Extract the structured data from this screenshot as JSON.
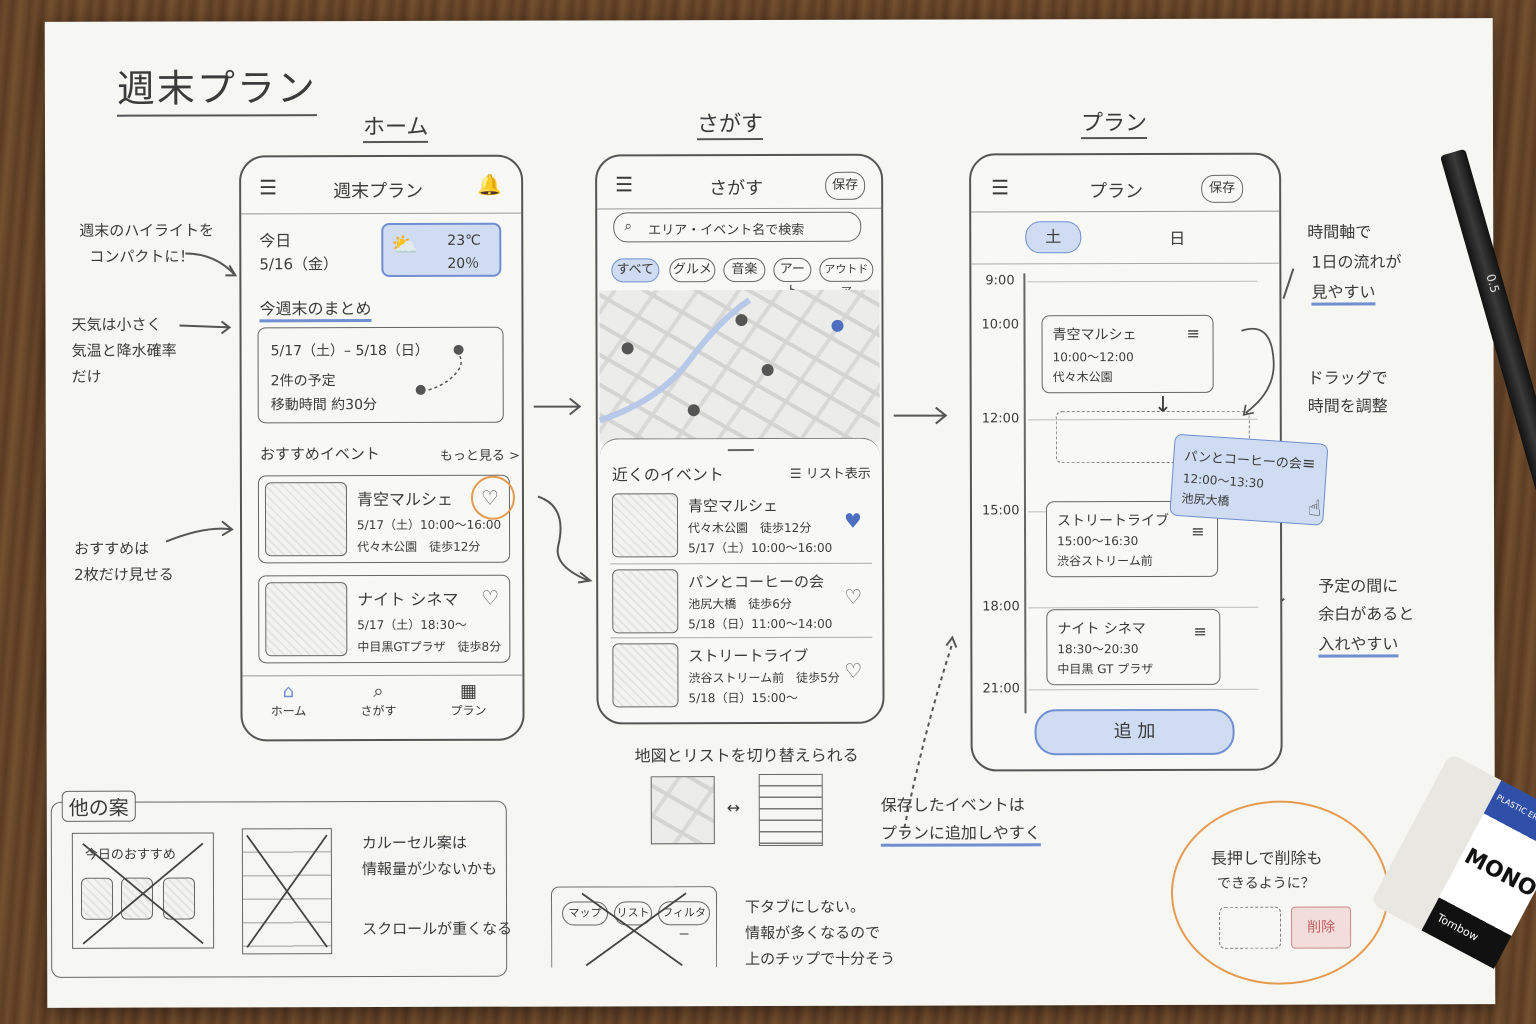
{
  "page_title": "週末プラン",
  "sections": {
    "home": "ホーム",
    "search": "さがす",
    "plan": "プラン"
  },
  "home": {
    "header_title": "週末プラン",
    "today_label": "今日",
    "today_date": "5/16（金）",
    "weather_temp": "23℃",
    "weather_rain": "20％",
    "summary_heading": "今週末のまとめ",
    "summary_dates": "5/17（土）– 5/18（日）",
    "summary_count": "2件の予定",
    "summary_travel": "移動時間 約30分",
    "recommend_heading": "おすすめイベント",
    "more_link": "もっと見る >",
    "events": [
      {
        "name": "青空マルシェ",
        "time": "5/17（土）10:00〜16:00",
        "place": "代々木公園　徒歩12分"
      },
      {
        "name": "ナイト シネマ",
        "time": "5/17（土）18:30〜",
        "place": "中目黒GTプラザ　徒歩8分"
      }
    ],
    "tabs": [
      "ホーム",
      "さがす",
      "プラン"
    ]
  },
  "search": {
    "header_title": "さがす",
    "save_button": "保存",
    "search_placeholder": "エリア・イベント名で検索",
    "chips": [
      "すべて",
      "グルメ",
      "音楽",
      "アート",
      "アウトドア"
    ],
    "nearby_heading": "近くのイベント",
    "list_toggle": "リスト表示",
    "events": [
      {
        "name": "青空マルシェ",
        "place": "代々木公園　徒歩12分",
        "time": "5/17（土）10:00〜16:00"
      },
      {
        "name": "パンとコーヒーの会",
        "place": "池尻大橋　徒歩6分",
        "time": "5/18（日）11:00〜14:00"
      },
      {
        "name": "ストリートライブ",
        "place": "渋谷ストリーム前　徒歩5分",
        "time": "5/18（日）15:00〜"
      }
    ]
  },
  "plan": {
    "header_title": "プラン",
    "save_button": "保存",
    "day_tabs": [
      "土",
      "日"
    ],
    "times": [
      "9:00",
      "10:00",
      "12:00",
      "15:00",
      "18:00",
      "21:00"
    ],
    "events": [
      {
        "name": "青空マルシェ",
        "time": "10:00〜12:00",
        "place": "代々木公園"
      },
      {
        "name": "パンとコーヒーの会",
        "time": "12:00〜13:30",
        "place": "池尻大橋"
      },
      {
        "name": "ストリートライブ",
        "time": "15:00〜16:30",
        "place": "渋谷ストリーム前"
      },
      {
        "name": "ナイト シネマ",
        "time": "18:30〜20:30",
        "place": "中目黒 GT プラザ"
      }
    ],
    "add_button": "追 加"
  },
  "notes": {
    "n1a": "週末のハイライトを",
    "n1b": "コンパクトに！",
    "n2a": "天気は小さく",
    "n2b": "気温と降水確率",
    "n2c": "だけ",
    "n3a": "おすすめは",
    "n3b": "2枚だけ見せる",
    "n4a": "時間軸で",
    "n4b": "1日の流れが",
    "n4c": "見やすい",
    "n5a": "ドラッグで",
    "n5b": "時間を調整",
    "n6a": "予定の間に",
    "n6b": "余白があると",
    "n6c": "入れやすい",
    "n7": "地図とリストを切り替えられる",
    "n8a": "保存したイベントは",
    "n8b": "プランに追加しやすく",
    "n9a": "下タブにしない。",
    "n9b": "情報が多くなるので",
    "n9c": "上のチップで十分そう",
    "n10a": "長押しで削除も",
    "n10b": "できるように？",
    "delete_label": "削除"
  },
  "alt": {
    "heading": "他の案",
    "carousel_title": "今日のおすすめ",
    "carousel_note_a": "カルーセル案は",
    "carousel_note_b": "情報量が少ないかも",
    "list_note": "スクロールが重くなる",
    "tab_chips": [
      "マップ",
      "リスト",
      "フィルター"
    ]
  },
  "props": {
    "pencil_label": "0.5",
    "eraser_brand": "MONO",
    "eraser_sub": "PLASTIC ERASER",
    "eraser_maker": "Tombow"
  }
}
